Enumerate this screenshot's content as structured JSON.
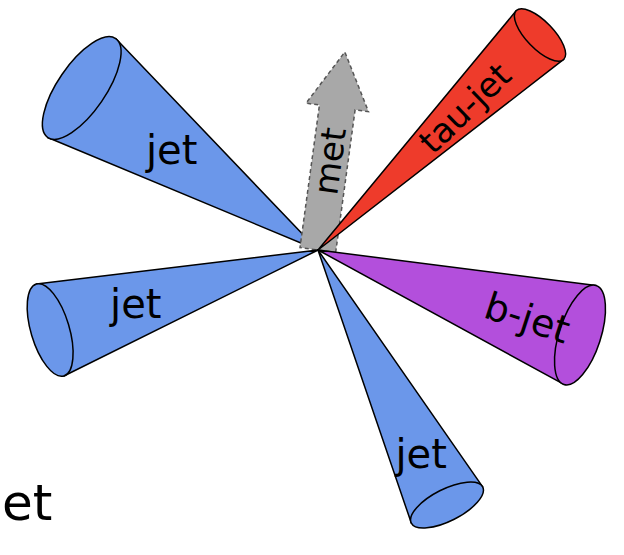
{
  "diagram": {
    "nodes": [
      {
        "text": [
          "jet"
        ]
      },
      {
        "text": [
          "met"
        ]
      },
      {
        "text": [
          "tau-jet"
        ]
      },
      {
        "text": [
          "jet"
        ]
      },
      {
        "text": [
          "b-jet"
        ]
      },
      {
        "text": [
          "jet"
        ]
      }
    ],
    "labels": [
      "et"
    ]
  }
}
